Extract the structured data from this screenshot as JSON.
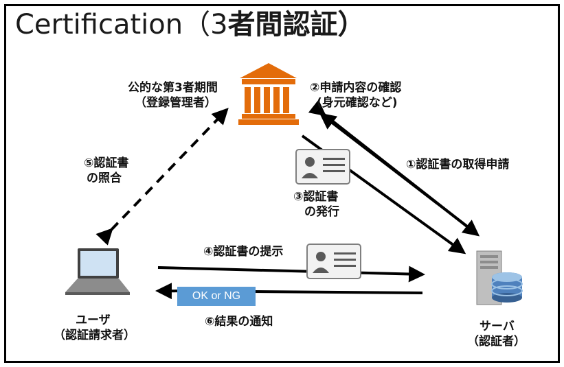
{
  "title": "Certification（3者間認証）",
  "title_plain": "Certification（3",
  "title_bold": "者間認証）",
  "authority_label_line1": "公的な第3者期間",
  "authority_label_line2": "（登録管理者）",
  "step2_line1": "②申請内容の確認",
  "step2_line2": "(身元確認など)",
  "step1": "①認証書の取得申請",
  "step3_line1": "③認証書",
  "step3_line2": "の発行",
  "step5_line1": "⑤認証書",
  "step5_line2": "の照合",
  "step4": "④認証書の提示",
  "result_badge": "OK or NG",
  "step6": "⑥結果の通知",
  "user_line1": "ユーザ",
  "user_line2": "（認証請求者）",
  "server_line1": "サーバ",
  "server_line2": "（認証者）",
  "colors": {
    "authority": "#e36c0a",
    "result_badge": "#5b9bd5",
    "server_db": "#4f81bd",
    "arrow": "#000000"
  },
  "icons": [
    "government-building-icon",
    "id-card-icon",
    "laptop-icon",
    "server-database-icon"
  ]
}
